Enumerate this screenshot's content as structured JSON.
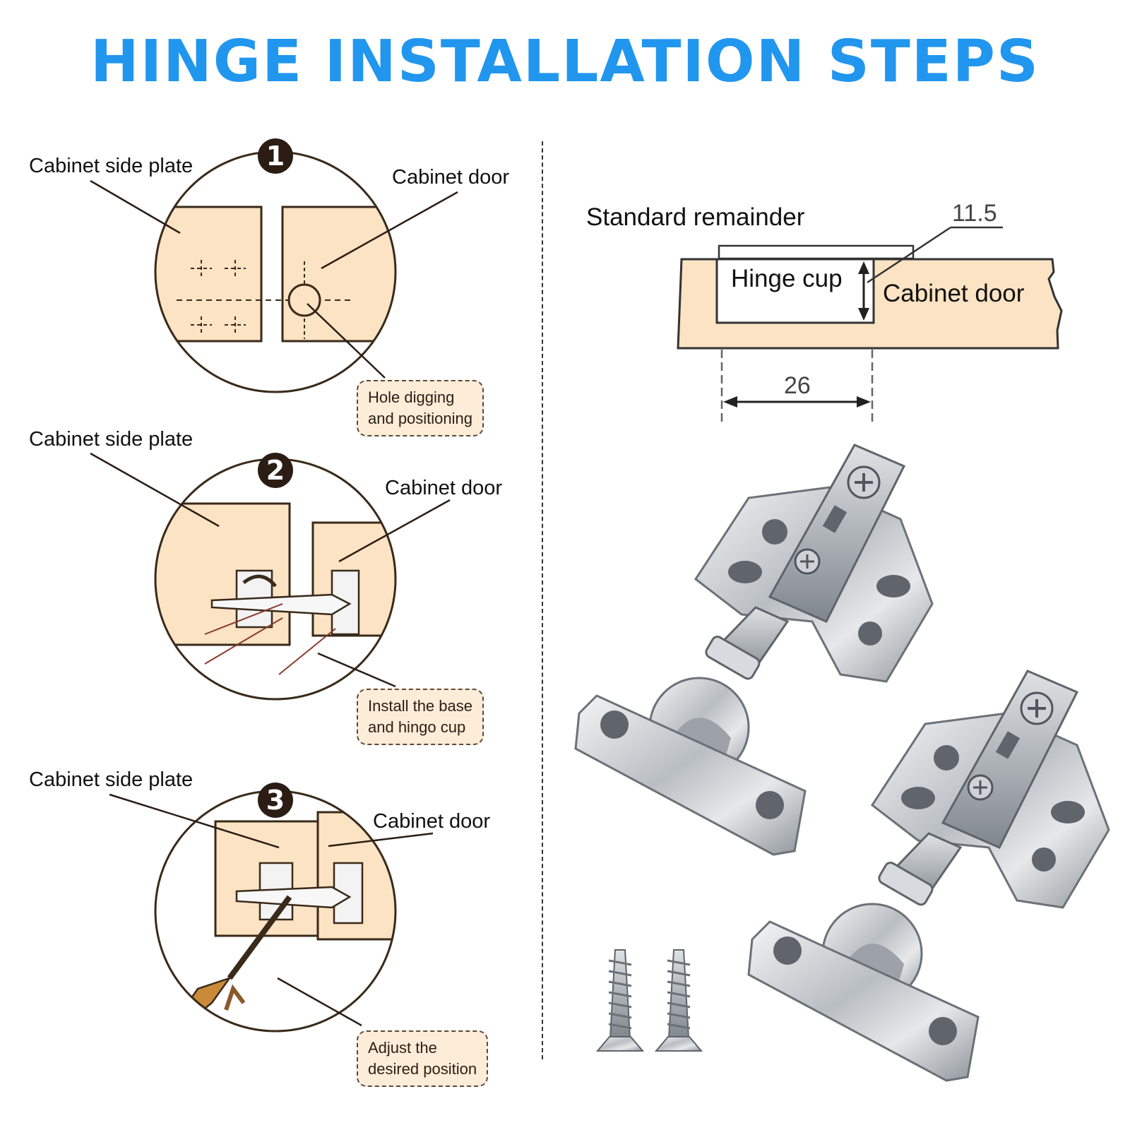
{
  "title": "HINGE INSTALLATION STEPS",
  "steps": [
    {
      "number": "1",
      "side_label": "Cabinet side plate",
      "door_label": "Cabinet door",
      "callout": [
        "Hole digging",
        "and positioning"
      ]
    },
    {
      "number": "2",
      "side_label": "Cabinet side plate",
      "door_label": "Cabinet door",
      "callout": [
        "Install the base",
        "and hingo cup"
      ]
    },
    {
      "number": "3",
      "side_label": "Cabinet side plate",
      "door_label": "Cabinet door",
      "callout": [
        "Adjust the",
        "desired position"
      ]
    }
  ],
  "diagram": {
    "standard_label": "Standard remainder",
    "dim_depth": "11.5",
    "cup_label": "Hinge cup",
    "door_label": "Cabinet door",
    "dim_width": "26"
  },
  "colors": {
    "title": "#2196ee",
    "wood": "#fbe3c3",
    "callout_bg": "#fdecd8",
    "badge": "#2b1d14",
    "metal": "#c9cdd1"
  }
}
